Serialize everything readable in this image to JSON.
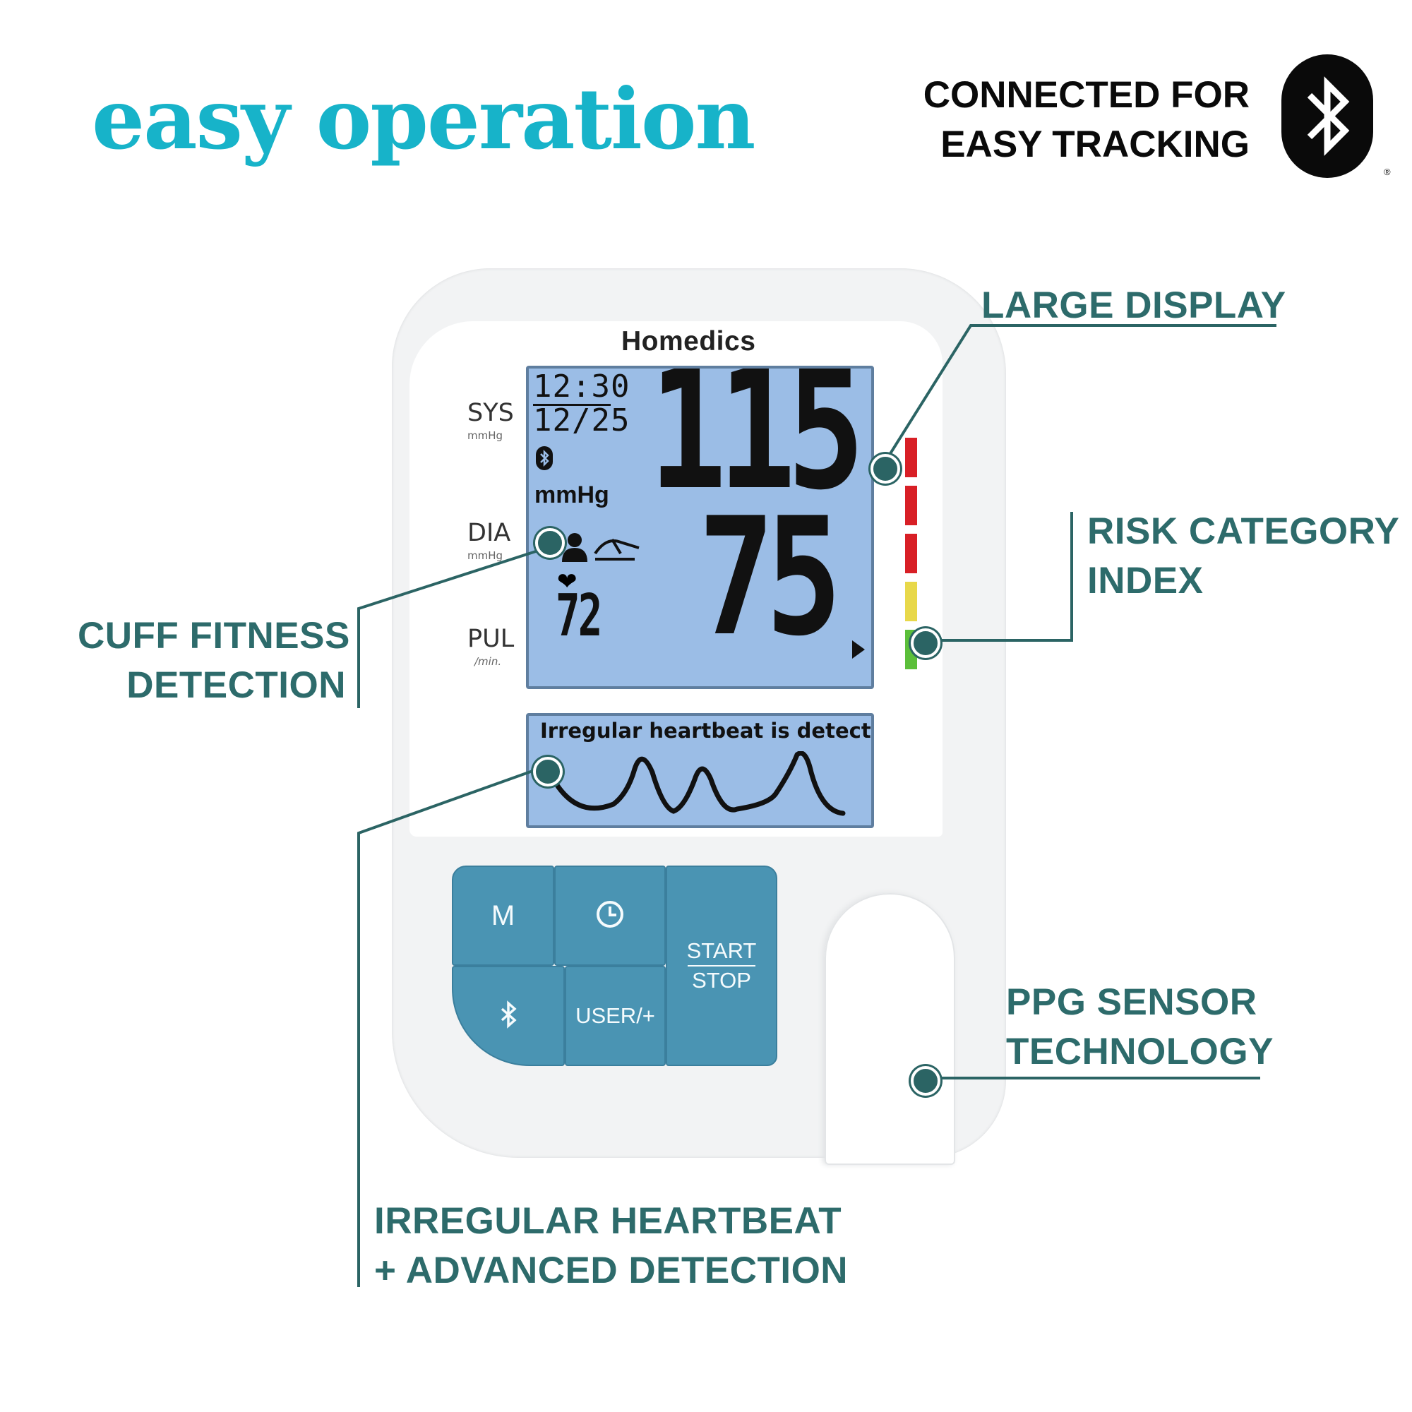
{
  "header": {
    "headline": "easy operation",
    "connected_line1": "CONNECTED FOR",
    "connected_line2": "EASY TRACKING",
    "bluetooth_icon": "bluetooth-icon",
    "registered_mark": "®"
  },
  "callouts": {
    "large_display": "LARGE DISPLAY",
    "risk_line1": "RISK CATEGORY",
    "risk_line2": "INDEX",
    "cuff_line1": "CUFF FITNESS",
    "cuff_line2": "DETECTION",
    "ppg_line1": "PPG SENSOR",
    "ppg_line2": "TECHNOLOGY",
    "irregular_line1": "IRREGULAR HEARTBEAT",
    "irregular_line2": "+ ADVANCED DETECTION"
  },
  "device": {
    "brand": "Homedics",
    "labels": {
      "sys": "SYS",
      "sys_unit": "mmHg",
      "dia": "DIA",
      "dia_unit": "mmHg",
      "pul": "PUL",
      "pul_unit": "/min."
    },
    "display": {
      "time": "12:30",
      "date": "12/25",
      "unit": "mmHg",
      "systolic": "115",
      "diastolic": "75",
      "pulse": "72",
      "irregular_message": "Irregular heartbeat is detected"
    },
    "risk_index": {
      "colors": [
        "#d81f26",
        "#d81f26",
        "#d81f26",
        "#e8d84a",
        "#5bbf3a"
      ],
      "active_level": 5
    },
    "buttons": {
      "memory": "M",
      "clock_icon": "clock-icon",
      "start": "START",
      "stop": "STOP",
      "bluetooth_icon": "bluetooth-icon",
      "user": "USER/+"
    }
  },
  "colors": {
    "headline": "#17b3c9",
    "callout": "#2d6b6b",
    "lcd": "#9bbde6",
    "button": "#4a94b3"
  }
}
